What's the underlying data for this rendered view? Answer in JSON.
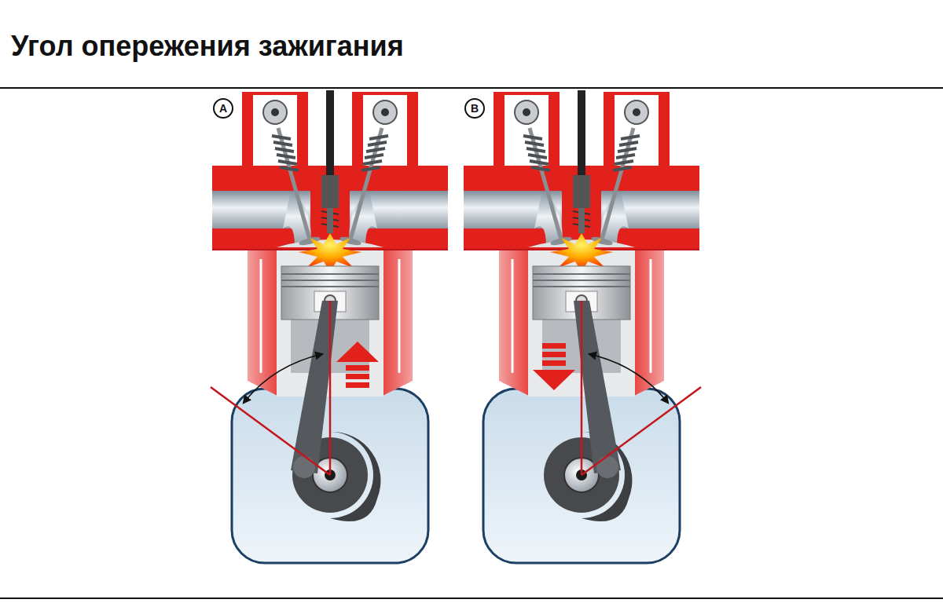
{
  "diagram": {
    "title": "Угол опережения зажигания",
    "nodes": [
      {
        "text": [
          "A"
        ]
      },
      {
        "text": [
          "B"
        ]
      }
    ]
  }
}
